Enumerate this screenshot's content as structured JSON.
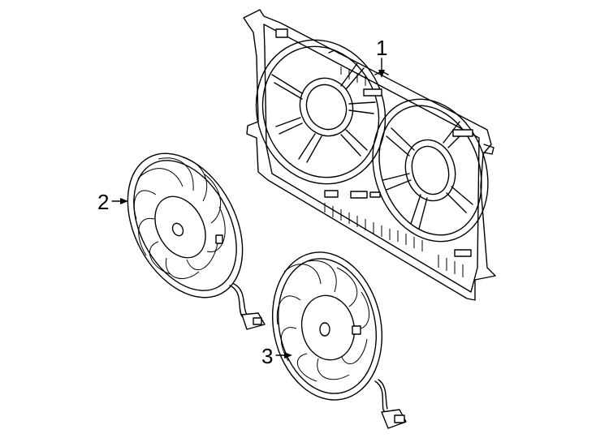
{
  "diagram": {
    "callouts": [
      {
        "id": "1",
        "label": "1",
        "part": "fan-shroud-assembly"
      },
      {
        "id": "2",
        "label": "2",
        "part": "fan-motor-left"
      },
      {
        "id": "3",
        "label": "3",
        "part": "fan-motor-right"
      }
    ],
    "colors": {
      "line": "#000000",
      "background": "#ffffff"
    }
  }
}
